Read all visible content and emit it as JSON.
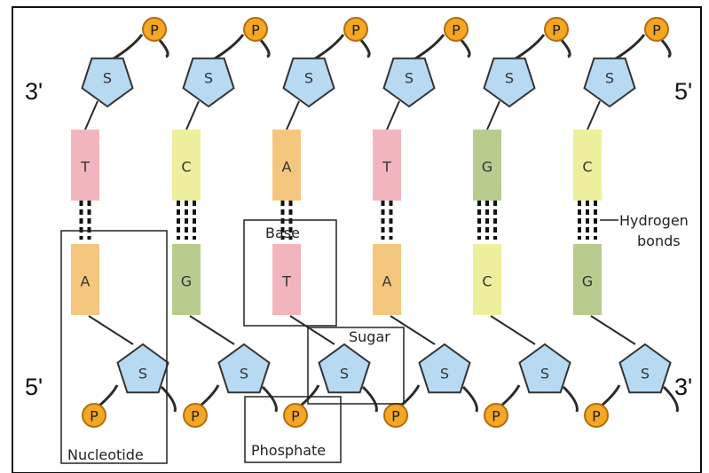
{
  "diagram": {
    "strand_ends": {
      "top_left": "3'",
      "top_right": "5'",
      "bottom_left": "5'",
      "bottom_right": "3'"
    },
    "sugar_label": "S",
    "phosphate_label": "P",
    "top_strand_bases": [
      "T",
      "C",
      "A",
      "T",
      "G",
      "C"
    ],
    "bottom_strand_bases": [
      "A",
      "G",
      "T",
      "A",
      "C",
      "G"
    ],
    "hydrogen_bond_counts": [
      2,
      3,
      2,
      2,
      3,
      3
    ],
    "annotations": {
      "hydrogen_bonds_line1": "Hydrogen",
      "hydrogen_bonds_line2": "bonds",
      "base": "Base",
      "sugar": "Sugar",
      "nucleotide": "Nucleotide",
      "phosphate": "Phosphate"
    },
    "colors": {
      "T": "#f3b5bd",
      "C": "#eeef9d",
      "A": "#f5c77e",
      "G": "#b9cc8f",
      "sugar_fill": "#b7d9f2",
      "sugar_stroke": "#333333",
      "phosphate_fill": "#f5a623",
      "phosphate_stroke": "#b06e0f",
      "backbone": "#2a2a2a"
    }
  }
}
